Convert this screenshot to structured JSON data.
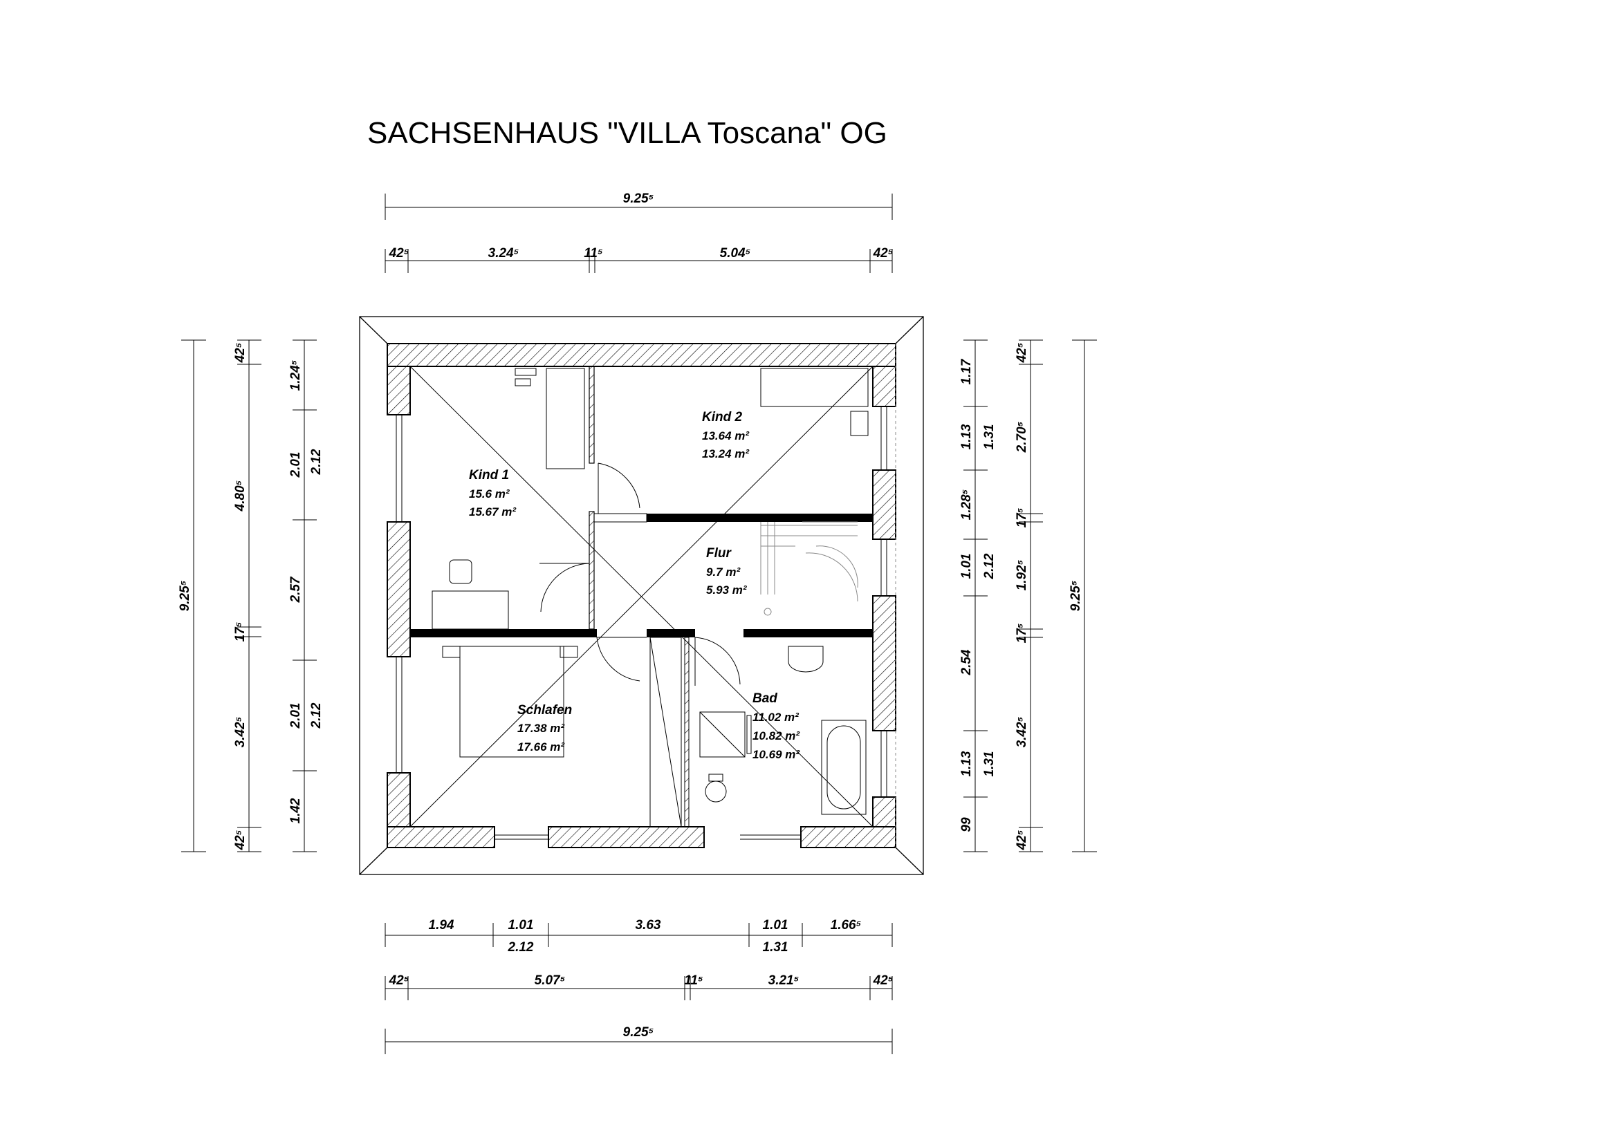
{
  "title": "SACHSENHAUS \"VILLA Toscana\" OG",
  "rooms": {
    "kind1": {
      "name": "Kind 1",
      "area1": "15.6 m²",
      "area2": "15.67 m²"
    },
    "kind2": {
      "name": "Kind 2",
      "area1": "13.64 m²",
      "area2": "13.24 m²"
    },
    "flur": {
      "name": "Flur",
      "area1": "9.7 m²",
      "area2": "5.93 m²"
    },
    "schlafen": {
      "name": "Schlafen",
      "area1": "17.38 m²",
      "area2": "17.66 m²"
    },
    "bad": {
      "name": "Bad",
      "area1": "11.02 m²",
      "area2": "10.82 m²",
      "area3": "10.69 m²"
    }
  },
  "dimensions": {
    "top_total": "9.25⁵",
    "top_row": [
      "42⁵",
      "3.24⁵",
      "11⁵",
      "5.04⁵",
      "42⁵"
    ],
    "bottom_row1": [
      "1.94",
      "1.01",
      "3.63",
      "1.01",
      "1.66⁵"
    ],
    "bottom_row1_sub": [
      "2.12",
      "1.31"
    ],
    "bottom_row2": [
      "42⁵",
      "5.07⁵",
      "11⁵",
      "3.21⁵",
      "42⁵"
    ],
    "bottom_total": "9.25⁵",
    "left_total": "9.25⁵",
    "left_col1": [
      "42⁵",
      "4.80⁵",
      "17⁵",
      "3.42⁵",
      "42⁵"
    ],
    "left_col2": [
      "1.24⁵",
      "2.01",
      "2.57",
      "2.01",
      "1.42"
    ],
    "left_col3": [
      "2.12",
      "2.12"
    ],
    "right_col1": [
      "1.17",
      "1.13",
      "1.28⁵",
      "1.01",
      "2.54",
      "1.13",
      "99"
    ],
    "right_col2": [
      "1.31",
      "2.12",
      "1.31"
    ],
    "right_col3": [
      "42⁵",
      "2.70⁵",
      "17⁵",
      "1.92⁵",
      "17⁵",
      "3.42⁵",
      "42⁵"
    ],
    "right_total": "9.25⁵"
  }
}
